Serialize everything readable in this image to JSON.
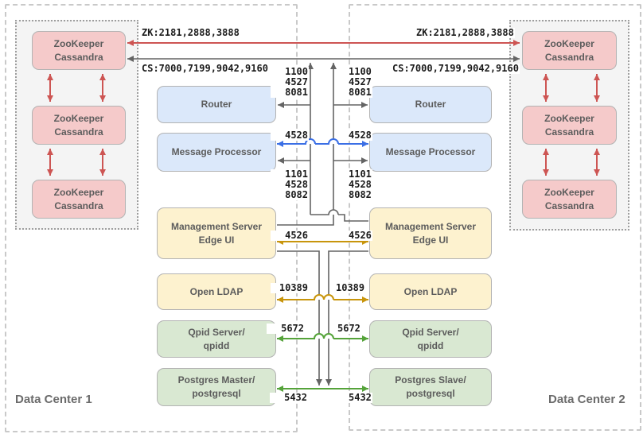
{
  "zones": {
    "dc1_label": "Data Center 1",
    "dc2_label": "Data Center 2"
  },
  "node_label": "ZooKeeper\nCassandra",
  "services": {
    "router": "Router",
    "message_processor": "Message Processor",
    "management_server": "Management Server\nEdge UI",
    "open_ldap": "Open LDAP",
    "qpid": "Qpid Server/\nqpidd",
    "postgres_master": "Postgres Master/\npostgresql",
    "postgres_slave": "Postgres Slave/\npostgresql"
  },
  "ports": {
    "zookeeper": "ZK:2181,2888,3888",
    "cassandra": "CS:7000,7199,9042,9160",
    "router_ports": "1100\n4527\n8081",
    "mp_sync_port": "4528",
    "mp_ports": "1101\n4528\n8082",
    "management_port": "4526",
    "ldap_port": "10389",
    "qpid_port": "5672",
    "postgres_port": "5432"
  },
  "colors": {
    "dark_connector": "#646464",
    "red_connector": "#cd5553",
    "blue_connector": "#3b6fe5",
    "orange_connector": "#c8950c",
    "green_connector": "#55a33a",
    "pink_fill": "#f5caca",
    "blue_fill": "#dbe8fa",
    "yellow_fill": "#fdf2cf",
    "green_fill": "#d9e8d2"
  },
  "edges": [
    {
      "between": "ZooKeeper/Cassandra DC1 <-> DC2",
      "label": "ZK:2181,2888,3888",
      "color": "red"
    },
    {
      "between": "ZooKeeper/Cassandra DC1 <-> DC2",
      "label": "CS:7000,7199,9042,9160",
      "color": "dark"
    },
    {
      "between": "Management Server -> other DC Router",
      "label": "1100,4527,8081",
      "color": "dark"
    },
    {
      "between": "Message Processor <-> Message Processor",
      "label": "4528",
      "color": "blue"
    },
    {
      "between": "Management Server -> other DC Message Processor",
      "label": "1101,4528,8082",
      "color": "dark"
    },
    {
      "between": "Management Server <-> Management Server",
      "label": "4526",
      "color": "orange"
    },
    {
      "between": "Open LDAP <-> Open LDAP",
      "label": "10389",
      "color": "orange"
    },
    {
      "between": "Qpid Server <-> Qpid Server",
      "label": "5672",
      "color": "green"
    },
    {
      "between": "Postgres Master <-> Postgres Slave",
      "label": "5432",
      "color": "green"
    },
    {
      "between": "Management Server -> other DC Postgres/Cassandra verticals",
      "label": "",
      "color": "dark"
    }
  ]
}
